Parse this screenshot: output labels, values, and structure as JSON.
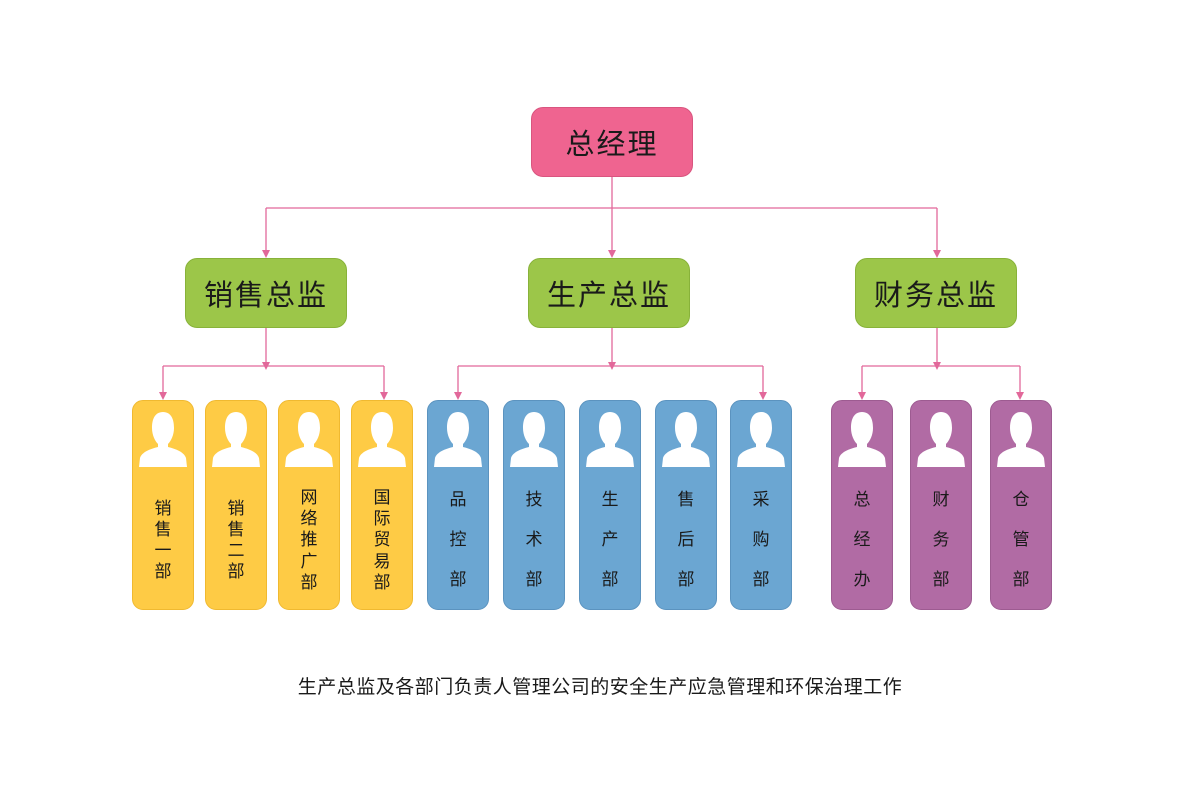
{
  "root": {
    "title": "总经理"
  },
  "directors": [
    {
      "title": "销售总监"
    },
    {
      "title": "生产总监"
    },
    {
      "title": "财务总监"
    }
  ],
  "departments": {
    "sales": [
      {
        "chars": [
          "销",
          "售",
          "一",
          "部"
        ]
      },
      {
        "chars": [
          "销",
          "售",
          "二",
          "部"
        ]
      },
      {
        "chars": [
          "网",
          "络",
          "推",
          "广",
          "部"
        ]
      },
      {
        "chars": [
          "国",
          "际",
          "贸",
          "易",
          "部"
        ]
      }
    ],
    "production": [
      {
        "chars": [
          "品",
          "控",
          "部"
        ]
      },
      {
        "chars": [
          "技",
          "术",
          "部"
        ]
      },
      {
        "chars": [
          "生",
          "产",
          "部"
        ]
      },
      {
        "chars": [
          "售",
          "后",
          "部"
        ]
      },
      {
        "chars": [
          "采",
          "购",
          "部"
        ]
      }
    ],
    "finance": [
      {
        "chars": [
          "总",
          "经",
          "办"
        ]
      },
      {
        "chars": [
          "财",
          "务",
          "部"
        ]
      },
      {
        "chars": [
          "仓",
          "管",
          "部"
        ]
      }
    ]
  },
  "caption": "生产总监及各部门负责人管理公司的安全生产应急管理和环保治理工作",
  "colors": {
    "root": "#ef6490",
    "director": "#9cc649",
    "sales": "#fecb45",
    "production": "#6ba6d2",
    "finance": "#b16ba4",
    "connector": "#e2689a"
  },
  "icons": {
    "department": "person-silhouette-icon"
  }
}
